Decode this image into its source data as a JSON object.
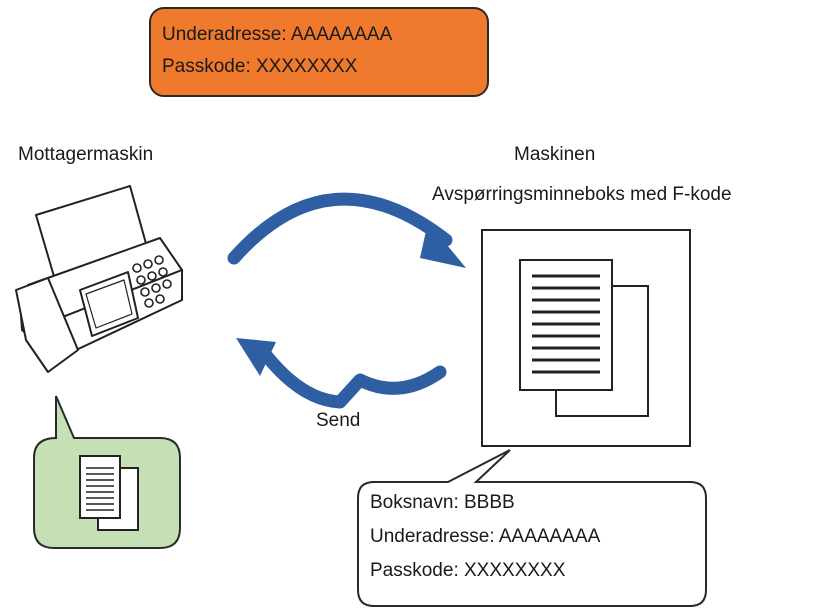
{
  "top_box": {
    "line1": "Underadresse: AAAAAAAA",
    "line2": "Passkode: XXXXXXXX",
    "fill_color": "#ef7a2e",
    "border_color": "#2a2a2a"
  },
  "left_machine": {
    "label": "Mottagermaskin"
  },
  "right_machine": {
    "label": "Maskinen",
    "box_label": "Avspørringsminneboks med F-kode"
  },
  "send_label": "Send",
  "info_bubble": {
    "line1": "Boksnavn: BBBB",
    "line2": "Underadresse: AAAAAAAA",
    "line3": "Passkode: XXXXXXXX"
  },
  "received_bubble": {
    "fill_color": "#c5e0b4"
  },
  "arrow_color": "#2f5fa3",
  "icons": [
    "fax-machine-icon",
    "document-stack-icon",
    "curved-arrow-icon"
  ]
}
